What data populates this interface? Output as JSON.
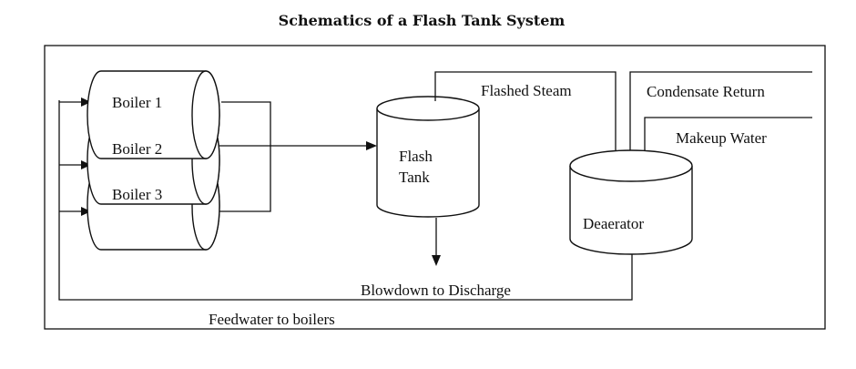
{
  "title": "Schematics of a Flash Tank System",
  "components": {
    "boilers": [
      "Boiler 1",
      "Boiler 2",
      "Boiler 3"
    ],
    "flash_tank": [
      "Flash",
      "Tank"
    ],
    "deaerator": "Deaerator"
  },
  "streams": {
    "flashed_steam": "Flashed Steam",
    "condensate_return": "Condensate Return",
    "makeup_water": "Makeup Water",
    "blowdown": "Blowdown to Discharge",
    "feedwater": "Feedwater to boilers"
  }
}
